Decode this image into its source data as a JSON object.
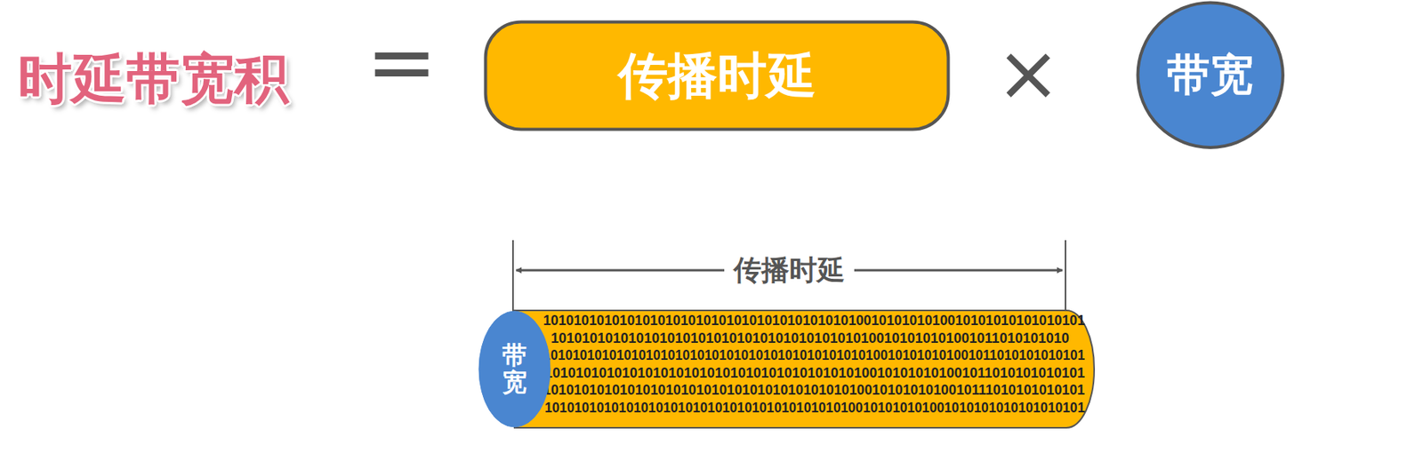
{
  "diagram": {
    "title": "时延带宽积",
    "nodes": [
      {
        "text": [
          "传播时延"
        ]
      },
      {
        "text": [
          "带宽"
        ]
      },
      {
        "text": [
          "带宽"
        ]
      }
    ],
    "labels": [
      "=",
      "×",
      "传播时延",
      "10101010101010101010101010101010101010101001010101010010101010101010101",
      "1010101010101010101010101010101010101010100101010101001011010101010",
      "10101010101010101010101010101010101010101010100101010101001011010101010101",
      "1010101010101010101010101010101010101010100101010101001011010101010101",
      "10101010101010101010101010101010101010101001010101010010111010101010101",
      "1010101010101010101010101010101010101010100101010101001010101010101010101"
    ]
  }
}
